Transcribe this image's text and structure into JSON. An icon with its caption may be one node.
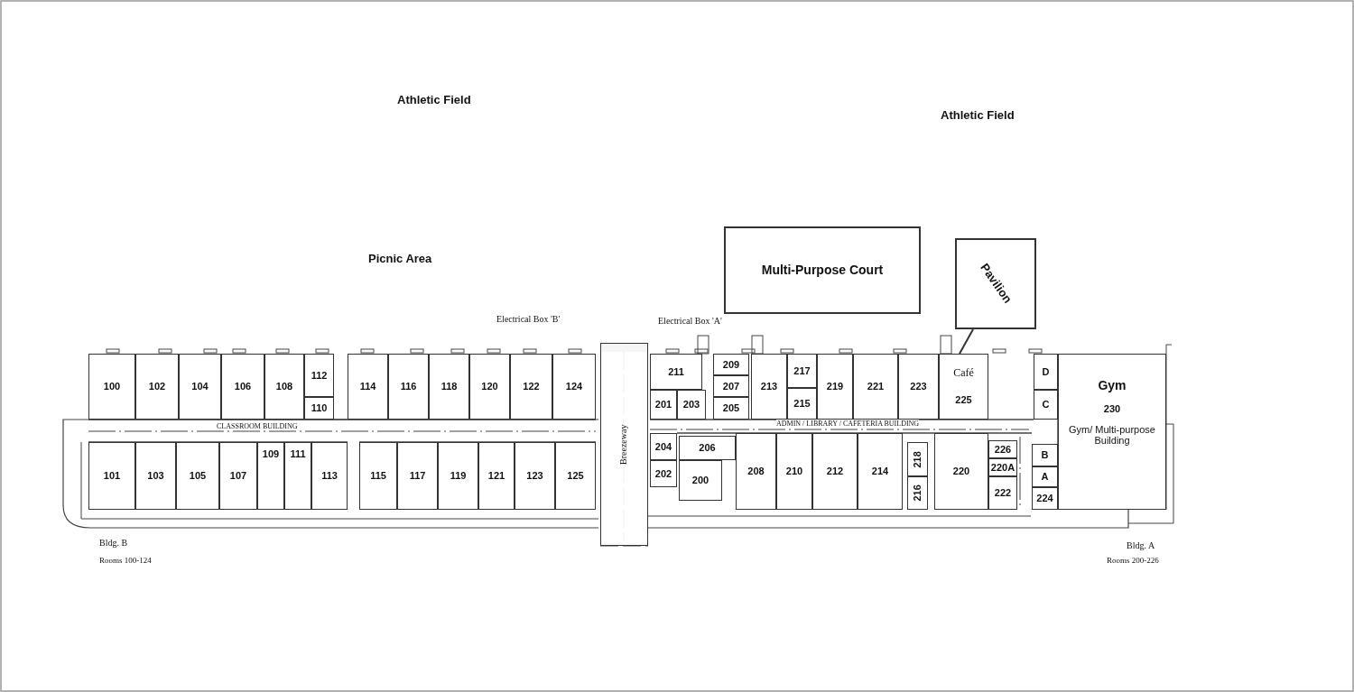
{
  "diagram": {
    "nodes": [
      {
        "text": [
          "Multi-Purpose Court"
        ]
      },
      {
        "text": [
          "Pavilion"
        ]
      },
      {
        "text": [
          "100"
        ]
      },
      {
        "text": [
          "102"
        ]
      },
      {
        "text": [
          "104"
        ]
      },
      {
        "text": [
          "106"
        ]
      },
      {
        "text": [
          "108"
        ]
      },
      {
        "text": [
          "112"
        ]
      },
      {
        "text": [
          "110"
        ]
      },
      {
        "text": [
          "114"
        ]
      },
      {
        "text": [
          "116"
        ]
      },
      {
        "text": [
          "118"
        ]
      },
      {
        "text": [
          "120"
        ]
      },
      {
        "text": [
          "122"
        ]
      },
      {
        "text": [
          "124"
        ]
      },
      {
        "text": [
          "101"
        ]
      },
      {
        "text": [
          "103"
        ]
      },
      {
        "text": [
          "105"
        ]
      },
      {
        "text": [
          "107"
        ]
      },
      {
        "text": [
          "109"
        ]
      },
      {
        "text": [
          "111"
        ]
      },
      {
        "text": [
          "113"
        ]
      },
      {
        "text": [
          "115"
        ]
      },
      {
        "text": [
          "117"
        ]
      },
      {
        "text": [
          "119"
        ]
      },
      {
        "text": [
          "121"
        ]
      },
      {
        "text": [
          "123"
        ]
      },
      {
        "text": [
          "125"
        ]
      },
      {
        "text": [
          "Breezeway"
        ]
      },
      {
        "text": [
          "211"
        ]
      },
      {
        "text": [
          "201"
        ]
      },
      {
        "text": [
          "203"
        ]
      },
      {
        "text": [
          "209"
        ]
      },
      {
        "text": [
          "207"
        ]
      },
      {
        "text": [
          "205"
        ]
      },
      {
        "text": [
          "213"
        ]
      },
      {
        "text": [
          "217"
        ]
      },
      {
        "text": [
          "215"
        ]
      },
      {
        "text": [
          "219"
        ]
      },
      {
        "text": [
          "221"
        ]
      },
      {
        "text": [
          "223"
        ]
      },
      {
        "text": [
          "Café",
          "225"
        ]
      },
      {
        "text": [
          "D"
        ]
      },
      {
        "text": [
          "C"
        ]
      },
      {
        "text": [
          "204"
        ]
      },
      {
        "text": [
          "202"
        ]
      },
      {
        "text": [
          "206"
        ]
      },
      {
        "text": [
          "200"
        ]
      },
      {
        "text": [
          "208"
        ]
      },
      {
        "text": [
          "210"
        ]
      },
      {
        "text": [
          "212"
        ]
      },
      {
        "text": [
          "214"
        ]
      },
      {
        "text": [
          "218"
        ]
      },
      {
        "text": [
          "216"
        ]
      },
      {
        "text": [
          "220"
        ]
      },
      {
        "text": [
          "226"
        ]
      },
      {
        "text": [
          "220A"
        ]
      },
      {
        "text": [
          "222"
        ]
      },
      {
        "text": [
          "B"
        ]
      },
      {
        "text": [
          "A"
        ]
      },
      {
        "text": [
          "224"
        ]
      },
      {
        "text": [
          "Gym",
          "230",
          "Gym/ Multi-purpose Building"
        ]
      }
    ],
    "edges": [
      {
        "from": 1,
        "to": 41,
        "arrow": "none"
      }
    ],
    "labels": [
      "Athletic Field",
      "Athletic Field",
      "Picnic Area",
      "Electrical Box 'B'",
      "Electrical Box 'A'",
      "CLASSROOM BUILDING",
      "ADMIN / LIBRARY / CAFETERIA BUILDING",
      "Bldg. B",
      "Rooms 100-124",
      "Bldg. A",
      "Rooms 200-226"
    ]
  }
}
